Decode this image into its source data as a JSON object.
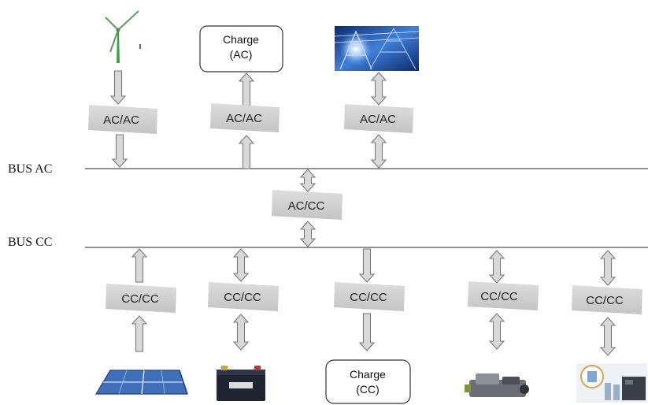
{
  "buses": {
    "ac_label": "BUS AC",
    "cc_label": "BUS CC"
  },
  "converters": {
    "wind": "AC/AC",
    "charge_ac": "AC/AC",
    "grid": "AC/AC",
    "link": "AC/CC",
    "solar": "CC/CC",
    "battery": "CC/CC",
    "charge_cc": "CC/CC",
    "fuel_cell": "CC/CC",
    "storage": "CC/CC"
  },
  "loads": {
    "charge_ac_line1": "Charge",
    "charge_ac_line2": "(AC)",
    "charge_cc_line1": "Charge",
    "charge_cc_line2": "(CC)"
  },
  "icons": {
    "wind": "wind-turbine-icon",
    "grid": "power-grid-icon",
    "solar": "solar-panel-icon",
    "battery": "battery-icon",
    "fuel_cell": "fuel-cell-icon",
    "storage": "energy-storage-icon"
  },
  "colors": {
    "arrow_fill": "#d9d9d9",
    "arrow_stroke": "#7a7a7a",
    "converter_fill": "#d0d0d0",
    "bus_line": "#555555",
    "wind_green": "#3aa24a",
    "grid_blue": "#1d4fa8",
    "solar_blue": "#3f6fb8"
  }
}
